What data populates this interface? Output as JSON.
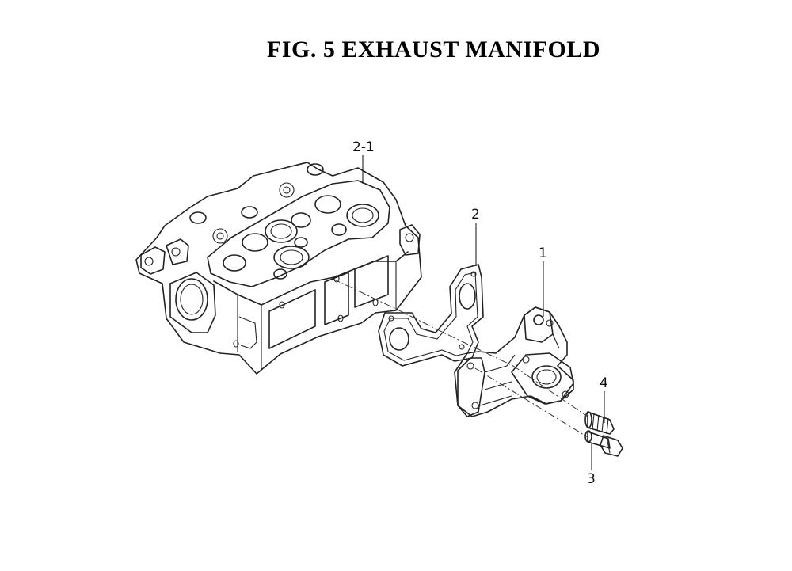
{
  "figure": {
    "title": "FIG.  5  EXHAUST MANIFOLD"
  },
  "callouts": {
    "head": "2-1",
    "gasket": "2",
    "manifold": "1",
    "stud": "4",
    "bolt": "3"
  }
}
